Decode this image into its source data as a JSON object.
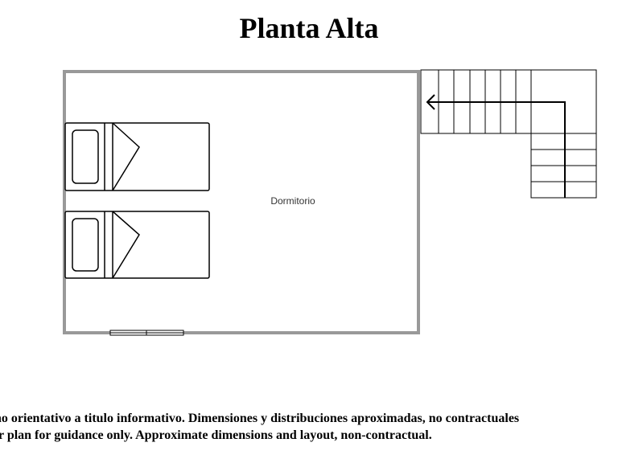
{
  "title": "Planta Alta",
  "rooms": [
    {
      "label": "Dormitorio"
    }
  ],
  "disclaimer": {
    "line_es": "no orientativo a titulo informativo. Dimensiones y distribuciones aproximadas, no contractuales",
    "line_en": "r plan for guidance only. Approximate dimensions and layout, non-contractual."
  },
  "colors": {
    "wall": "#999999",
    "line": "#000000",
    "background": "#ffffff"
  },
  "icons": {
    "bed": "single-bed-icon",
    "window": "window-icon",
    "stairs": "staircase-icon",
    "arrow": "arrow-left-icon"
  }
}
